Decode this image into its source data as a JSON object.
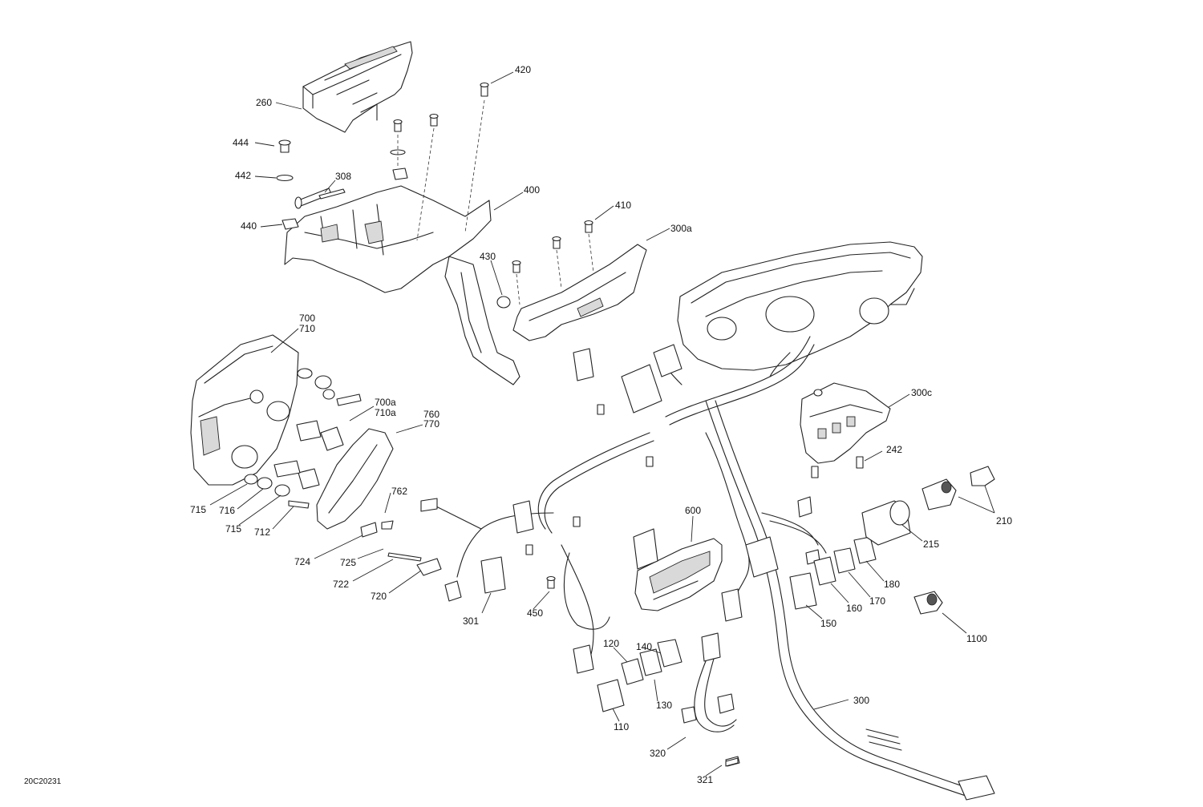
{
  "figure": {
    "code": "20C20231",
    "callouts": {
      "c420": "420",
      "c260": "260",
      "c444": "444",
      "c442": "442",
      "c308": "308",
      "c440": "440",
      "c400": "400",
      "c410": "410",
      "c300a": "300a",
      "c430": "430",
      "c700": "700",
      "c710": "710",
      "c700a": "700a",
      "c710a": "710a",
      "c760": "760",
      "c770": "770",
      "c300c": "300c",
      "c242": "242",
      "c715a": "715",
      "c716": "716",
      "c715b": "715",
      "c712": "712",
      "c762": "762",
      "c724": "724",
      "c725": "725",
      "c722": "722",
      "c720": "720",
      "c600": "600",
      "c210": "210",
      "c215": "215",
      "c301": "301",
      "c450": "450",
      "c180": "180",
      "c170": "170",
      "c160": "160",
      "c150": "150",
      "c1100": "1100",
      "c140": "140",
      "c120": "120",
      "c130": "130",
      "c110": "110",
      "c300": "300",
      "c320": "320",
      "c321": "321"
    }
  }
}
